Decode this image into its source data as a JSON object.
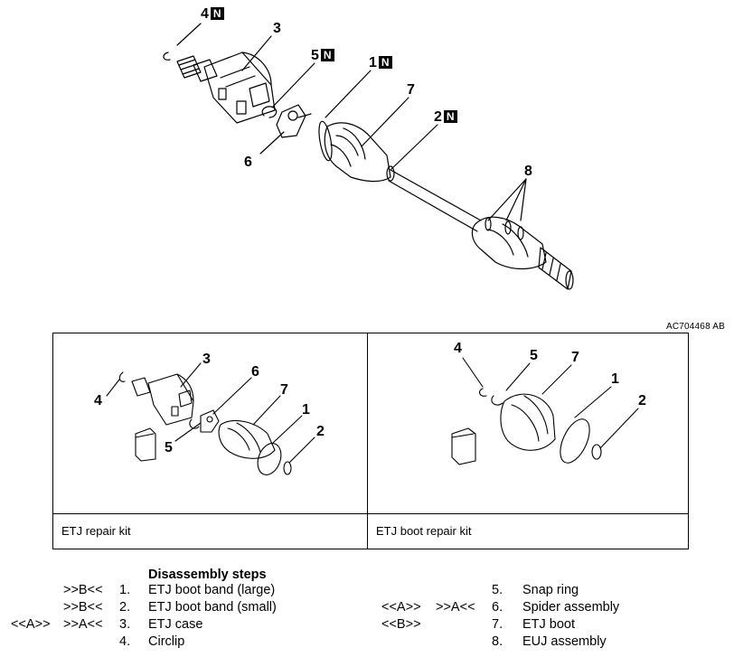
{
  "figure_code": "AC704468 AB",
  "main_callouts": [
    {
      "num": "4",
      "new": true
    },
    {
      "num": "3",
      "new": false
    },
    {
      "num": "5",
      "new": true
    },
    {
      "num": "1",
      "new": true
    },
    {
      "num": "7",
      "new": false
    },
    {
      "num": "2",
      "new": true
    },
    {
      "num": "6",
      "new": false
    },
    {
      "num": "8",
      "new": false
    }
  ],
  "new_part_symbol": "N",
  "kits": [
    {
      "label": "ETJ repair kit",
      "callouts": [
        "3",
        "4",
        "6",
        "7",
        "1",
        "5",
        "2"
      ]
    },
    {
      "label": "ETJ boot repair kit",
      "callouts": [
        "4",
        "5",
        "7",
        "1",
        "2"
      ]
    }
  ],
  "steps_title": "Disassembly steps",
  "steps_left": [
    {
      "install": "",
      "remove": ">>B<<",
      "num": "1.",
      "text": "ETJ boot band (large)"
    },
    {
      "install": "",
      "remove": ">>B<<",
      "num": "2.",
      "text": "ETJ boot band (small)"
    },
    {
      "install": "<<A>>",
      "remove": ">>A<<",
      "num": "3.",
      "text": "ETJ case"
    },
    {
      "install": "",
      "remove": "",
      "num": "4.",
      "text": "Circlip"
    }
  ],
  "steps_right": [
    {
      "install": "",
      "remove": "",
      "num": "5.",
      "text": "Snap ring"
    },
    {
      "install": "<<A>>",
      "remove": ">>A<<",
      "num": "6.",
      "text": "Spider assembly"
    },
    {
      "install": "<<B>>",
      "remove": "",
      "num": "7.",
      "text": "ETJ boot"
    },
    {
      "install": "",
      "remove": "",
      "num": "8.",
      "text": "EUJ assembly"
    }
  ]
}
